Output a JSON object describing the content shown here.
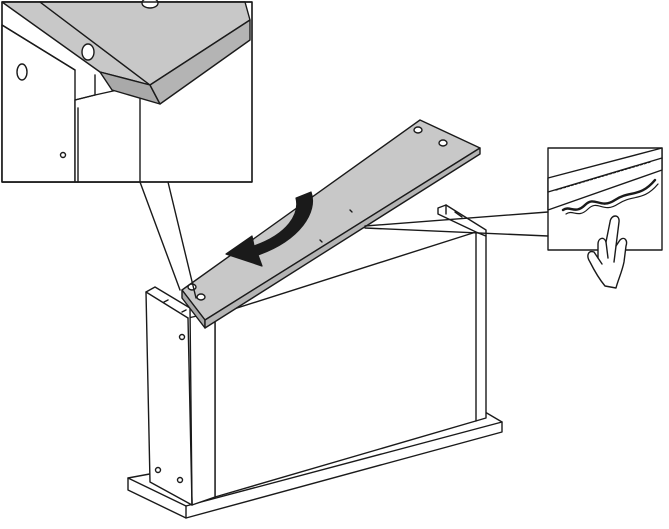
{
  "diagram": {
    "type": "assembly-instruction",
    "description_visible_text": [],
    "colors": {
      "line": "#1a1a1a",
      "panel_gray": "#c8c8c8",
      "panel_gray_dark": "#a9a9a9",
      "white": "#ffffff"
    },
    "icons": [
      "rotate-arrow-icon",
      "pointing-hand-icon",
      "detail-callout",
      "detail-callout-right"
    ]
  }
}
